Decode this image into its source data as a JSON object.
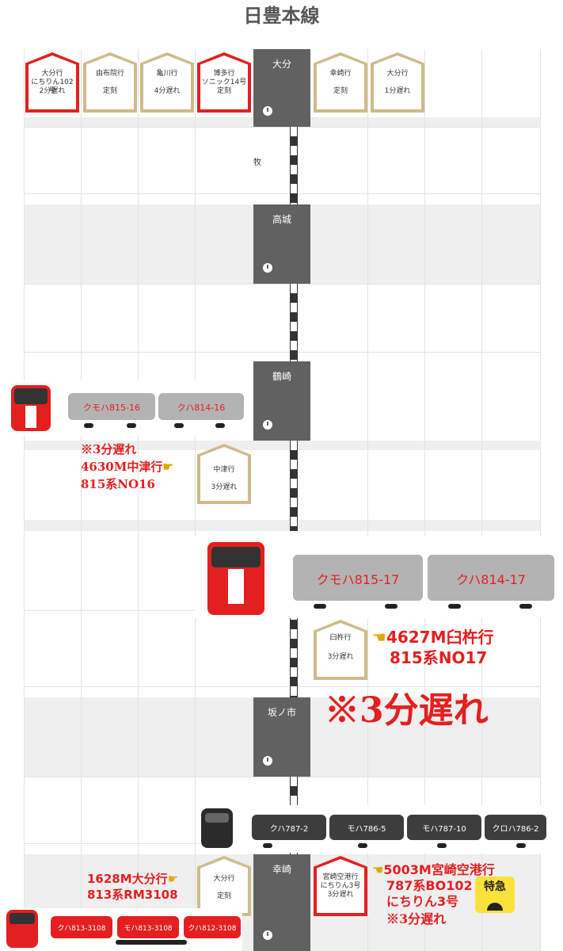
{
  "header": {
    "title": "日豊本線"
  },
  "stations": {
    "oita": "大分",
    "maki": "牧",
    "takajo": "高城",
    "tsurusaki": "鶴崎",
    "sakanoichi": "坂ノ市",
    "kozaki": "幸崎"
  },
  "badges": {
    "b1": {
      "l1": "大分行",
      "l2": "にちりん102号",
      "l3": "2分遅れ"
    },
    "b2": {
      "l1": "由布院行",
      "l2": "定刻"
    },
    "b3": {
      "l1": "亀川行",
      "l2": "4分遅れ"
    },
    "b4": {
      "l1": "博多行",
      "l2": "ソニック14号",
      "l3": "定刻"
    },
    "b5": {
      "l1": "幸崎行",
      "l2": "定刻"
    },
    "b6": {
      "l1": "大分行",
      "l2": "1分遅れ"
    },
    "b7": {
      "l1": "中津行",
      "l2": "3分遅れ"
    },
    "b8": {
      "l1": "臼杵行",
      "l2": "3分遅れ"
    },
    "b9": {
      "l1": "大分行",
      "l2": "定刻"
    },
    "b10": {
      "l1": "宮崎空港行",
      "l2": "にちりん3号",
      "l3": "3分遅れ"
    }
  },
  "trains": {
    "t1": {
      "car1": "クモハ815-16",
      "car2": "クハ814-16"
    },
    "t2": {
      "car1": "クモハ815-17",
      "car2": "クハ814-17"
    },
    "t3": {
      "car1": "クハ787-2",
      "car2": "モハ786-5",
      "car3": "モハ787-10",
      "car4": "クロハ786-2"
    },
    "t4": {
      "car1": "クハ813-3108",
      "car2": "モハ813-3108",
      "car3": "クハ812-3108"
    }
  },
  "notes": {
    "n1a": "※3分遅れ",
    "n1b": "4630M中津行",
    "n1c": "815系NO16",
    "n2a": "4627M臼杵行",
    "n2b": "815系NO17",
    "n2big": "※3分遅れ",
    "n3a": "1628M大分行",
    "n3b": "813系RM3108",
    "n4a": "5003M宮崎空港行",
    "n4b": "787系BO102",
    "n4c": "にちりん3号",
    "n4d": "※3分遅れ",
    "ltd": "特急"
  },
  "colors": {
    "red": "#e41f1f",
    "gold": "#cdbb8a",
    "station": "#616161"
  }
}
